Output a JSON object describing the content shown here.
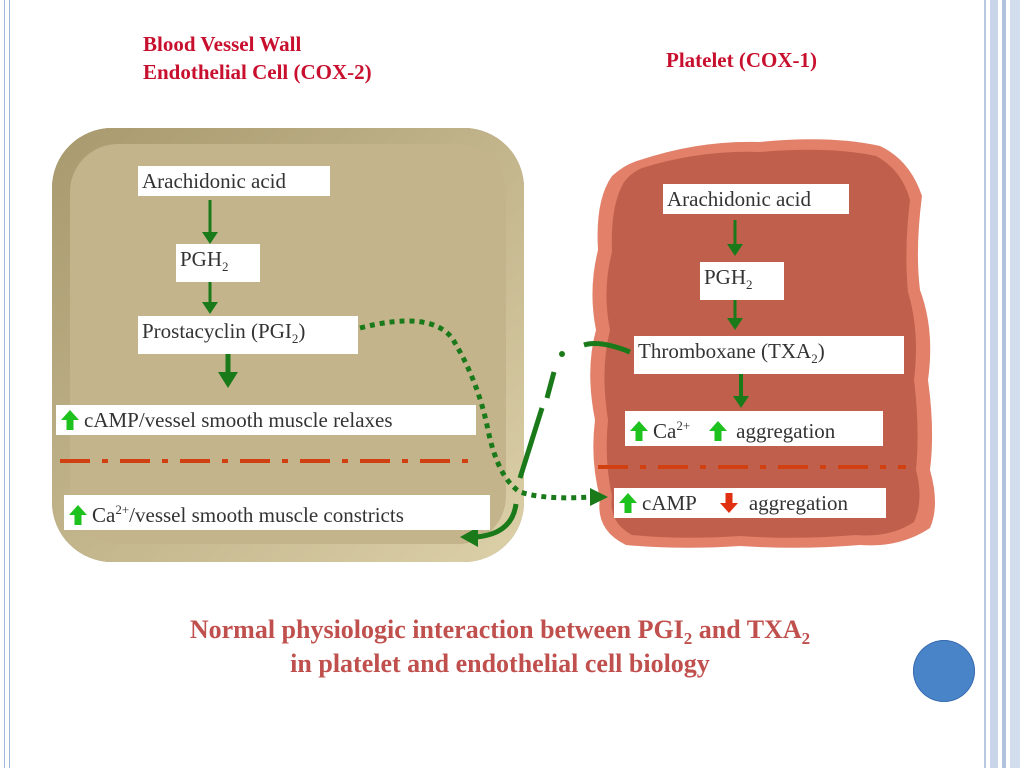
{
  "left_header": {
    "line1": "Blood Vessel Wall",
    "line2": "Endothelial Cell (COX-2)"
  },
  "right_header": {
    "line1": "Platelet (COX-1)"
  },
  "endothelial": {
    "arachidonic": "Arachidonic acid",
    "pgh_base": "PGH",
    "pgh_sub": "2",
    "prostacyclin_base": "Prostacyclin (PGI",
    "prostacyclin_sub": "2",
    "prostacyclin_end": ")",
    "camp_text": "cAMP/vessel smooth muscle relaxes",
    "ca_base": "Ca",
    "ca_sup": "2+",
    "ca_text": "/vessel smooth muscle constricts"
  },
  "platelet": {
    "arachidonic": "Arachidonic acid",
    "pgh_base": "PGH",
    "pgh_sub": "2",
    "txa_base": "Thromboxane (TXA",
    "txa_sub": "2",
    "txa_end": ")",
    "ca_base": "Ca",
    "ca_sup": "2+",
    "ca_aggregation": "aggregation",
    "camp_text": "cAMP",
    "camp_aggregation": "aggregation"
  },
  "caption": {
    "line1_a": "Normal physiologic interaction between PGI",
    "line1_sub1": "2",
    "line1_b": " and TXA",
    "line1_sub2": "2",
    "line2": "in platelet and endothelial cell biology"
  },
  "colors": {
    "title_red": "#c8102e",
    "caption_red": "#c0504d",
    "arrow_green": "#1a7a1a",
    "up_arrow_green": "#1ec21e",
    "down_arrow_red": "#e03010",
    "dash_line": "#d04010",
    "endothelial_fill": "#c4b48c",
    "platelet_fill": "#c0604c",
    "accent_blue": "#4a84c8"
  },
  "icons": [
    "up-arrow-icon",
    "down-arrow-icon",
    "circle-bullet-icon"
  ]
}
